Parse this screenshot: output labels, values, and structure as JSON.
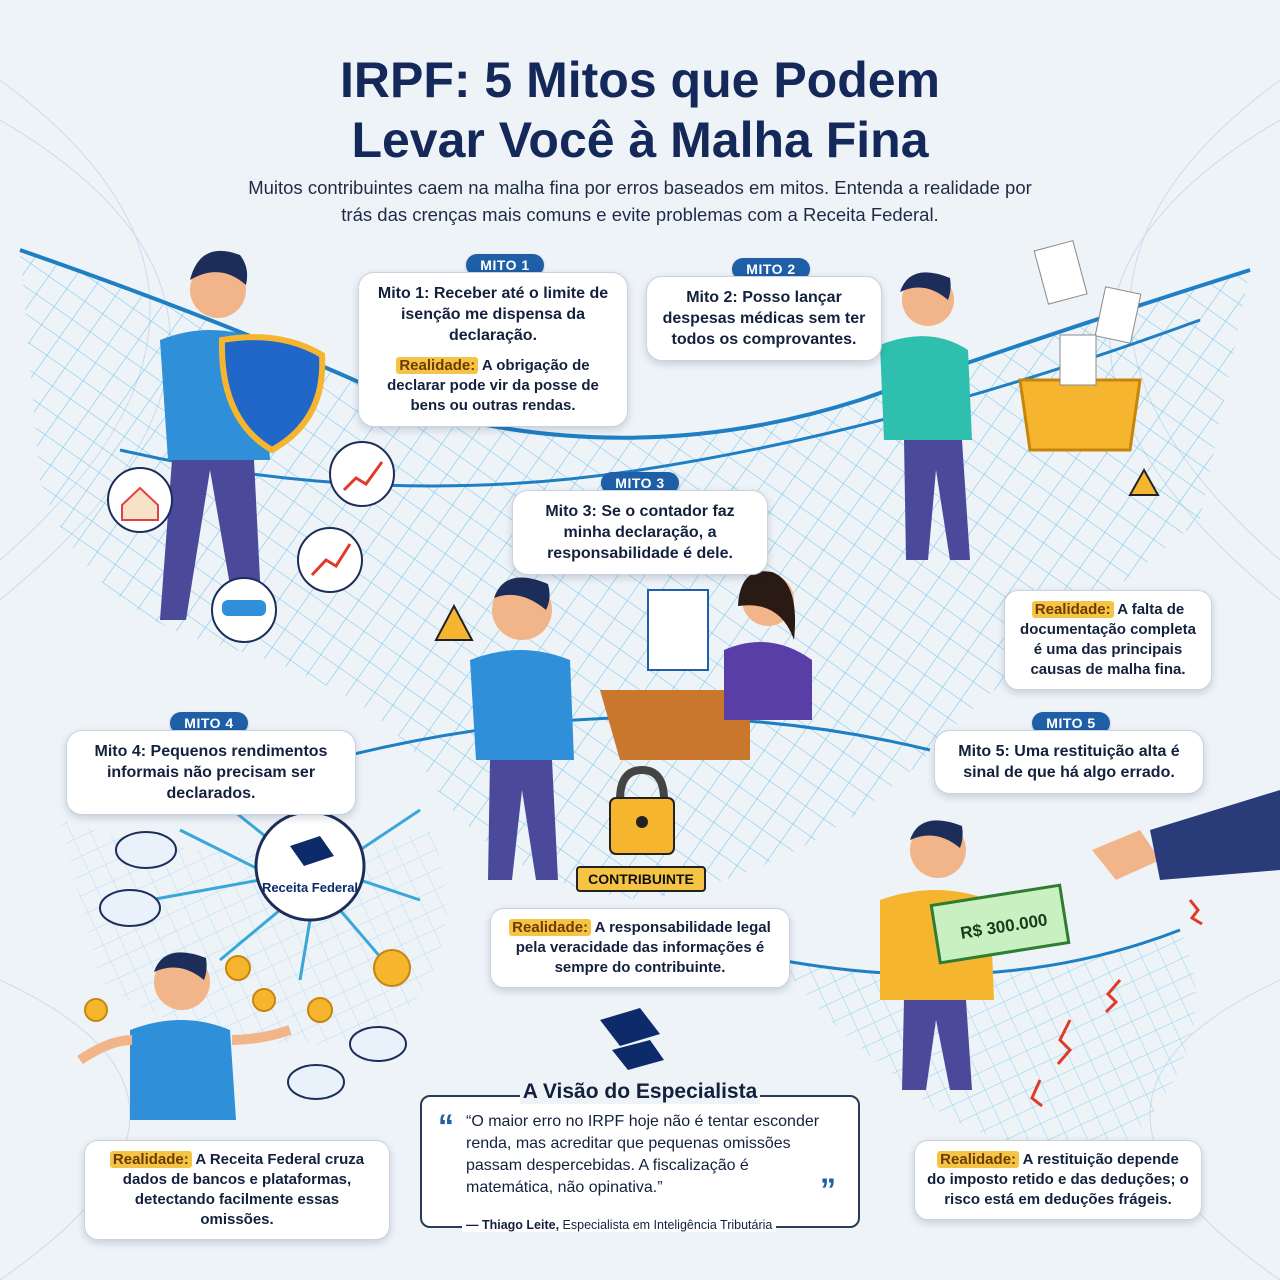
{
  "title_line1": "IRPF: 5 Mitos que Podem",
  "title_line2": "Levar Você à Malha Fina",
  "subtitle": "Muitos contribuintes caem na malha fina por erros baseados em mitos. Entenda a realidade por trás das crenças mais comuns e evite problemas com a Receita Federal.",
  "reality_label": "Realidade:",
  "myths": [
    {
      "badge": "MITO 1",
      "text": "Mito 1: Receber até o limite de isenção me dispensa da declaração.",
      "reality": "A obrigação de declarar pode vir da posse de bens ou outras rendas."
    },
    {
      "badge": "MITO 2",
      "text": "Mito 2: Posso lançar despesas médicas sem ter todos os comprovantes.",
      "reality": "A falta de documentação completa é uma das principais causas de malha fina."
    },
    {
      "badge": "MITO 3",
      "text": "Mito 3: Se o contador faz minha declaração, a responsabilidade é dele.",
      "reality": "A responsabilidade legal pela veracidade das informações é sempre do contribuinte."
    },
    {
      "badge": "MITO 4",
      "text": "Mito 4: Pequenos rendimentos informais não precisam ser declarados.",
      "reality": "A Receita Federal cruza dados de bancos e plataformas, detectando facilmente essas omissões."
    },
    {
      "badge": "MITO 5",
      "text": "Mito 5: Uma restituição alta é sinal de que há algo errado.",
      "reality": "A restituição depende do imposto retido e das deduções; o risco está em deduções frágeis."
    }
  ],
  "receita_label": "Receita Federal",
  "contribuinte_label": "CONTRIBUINTE",
  "check_amount": "R$ 300.000",
  "expert": {
    "heading": "A Visão do Especialista",
    "quote": "“O maior erro no IRPF hoje não é tentar esconder renda, mas acreditar que pequenas omissões passam despercebidas. A fiscalização é matemática, não opinativa.”",
    "author": "— Thiago Leite,",
    "author_role": "Especialista em Inteligência Tributária"
  },
  "colors": {
    "badge": "#1e5fa8",
    "reality_tag": "#f6c445",
    "net": "#3aa7d9",
    "title": "#14285a"
  },
  "icons": [
    "shield-icon",
    "house-icon",
    "car-icon",
    "chart-icon",
    "warning-icon",
    "lock-icon",
    "cloud-icon",
    "coin-icon",
    "receipt-icon",
    "receita-logo-icon",
    "quote-icon"
  ]
}
